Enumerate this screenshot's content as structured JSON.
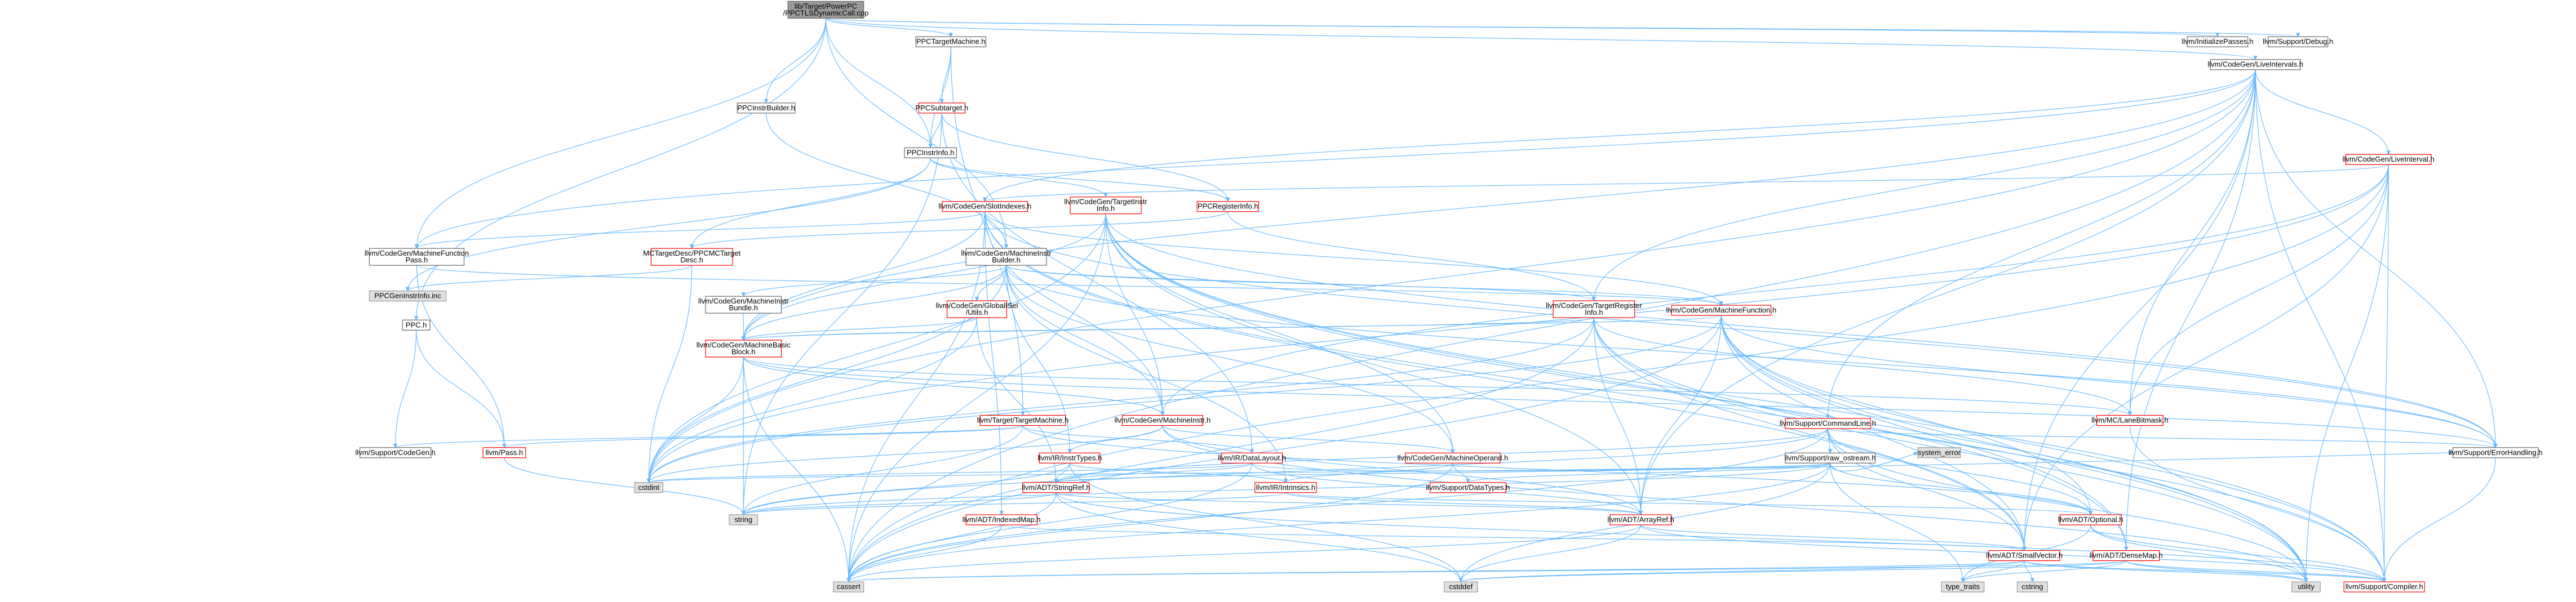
{
  "colors": {
    "root_fill": "#999999",
    "root_border": "#666666",
    "node_fill": "#ffffff",
    "node_border": "#666666",
    "red_border": "#ff0000",
    "system_fill": "#e0e0e0",
    "system_border": "#999999",
    "edge": "#63b8ff"
  },
  "nodes": [
    {
      "id": "root",
      "lines": [
        "lib/Target/PowerPC",
        "/PPCTLSDynamicCall.cpp"
      ],
      "style": "root"
    },
    {
      "id": "tm",
      "lines": [
        "PPCTargetMachine.h"
      ],
      "style": "plain"
    },
    {
      "id": "init",
      "lines": [
        "llvm/InitializePasses.h"
      ],
      "style": "plain"
    },
    {
      "id": "debug",
      "lines": [
        "llvm/Support/Debug.h"
      ],
      "style": "plain"
    },
    {
      "id": "liveint",
      "lines": [
        "llvm/CodeGen/LiveIntervals.h"
      ],
      "style": "plain"
    },
    {
      "id": "instrb",
      "lines": [
        "PPCInstrBuilder.h"
      ],
      "style": "plain"
    },
    {
      "id": "subtarget",
      "lines": [
        "PPCSubtarget.h"
      ],
      "style": "red"
    },
    {
      "id": "instrinfo",
      "lines": [
        "PPCInstrInfo.h"
      ],
      "style": "plain"
    },
    {
      "id": "liveinterval",
      "lines": [
        "llvm/CodeGen/LiveInterval.h"
      ],
      "style": "red"
    },
    {
      "id": "slotidx",
      "lines": [
        "llvm/CodeGen/SlotIndexes.h"
      ],
      "style": "red"
    },
    {
      "id": "tii",
      "lines": [
        "llvm/CodeGen/TargetInstr",
        "Info.h"
      ],
      "style": "red"
    },
    {
      "id": "reginfo",
      "lines": [
        "PPCRegisterInfo.h"
      ],
      "style": "red"
    },
    {
      "id": "mcdesc",
      "lines": [
        "MCTargetDesc/PPCMCTarget",
        "Desc.h"
      ],
      "style": "red"
    },
    {
      "id": "mib",
      "lines": [
        "llvm/CodeGen/MachineInstr",
        "Builder.h"
      ],
      "style": "plain"
    },
    {
      "id": "mfp",
      "lines": [
        "llvm/CodeGen/MachineFunction",
        "Pass.h"
      ],
      "style": "plain"
    },
    {
      "id": "geninc",
      "lines": [
        "PPCGenInstrInfo.inc"
      ],
      "style": "system"
    },
    {
      "id": "mibundle",
      "lines": [
        "llvm/CodeGen/MachineInstr",
        "Bundle.h"
      ],
      "style": "plain"
    },
    {
      "id": "gisel",
      "lines": [
        "llvm/CodeGen/GlobalISel",
        "/Utils.h"
      ],
      "style": "red"
    },
    {
      "id": "tri",
      "lines": [
        "llvm/CodeGen/TargetRegister",
        "Info.h"
      ],
      "style": "red"
    },
    {
      "id": "mf",
      "lines": [
        "llvm/CodeGen/MachineFunction.h"
      ],
      "style": "red"
    },
    {
      "id": "ppch",
      "lines": [
        "PPC.h"
      ],
      "style": "plain"
    },
    {
      "id": "mbb",
      "lines": [
        "llvm/CodeGen/MachineBasic",
        "Block.h"
      ],
      "style": "red"
    },
    {
      "id": "lanemask",
      "lines": [
        "llvm/MC/LaneBitmask.h"
      ],
      "style": "red"
    },
    {
      "id": "cmdline",
      "lines": [
        "llvm/Support/CommandLine.h"
      ],
      "style": "red"
    },
    {
      "id": "targetmachine",
      "lines": [
        "llvm/Target/TargetMachine.h"
      ],
      "style": "red"
    },
    {
      "id": "mi",
      "lines": [
        "llvm/CodeGen/MachineInstr.h"
      ],
      "style": "red"
    },
    {
      "id": "codegen",
      "lines": [
        "llvm/Support/CodeGen.h"
      ],
      "style": "plain"
    },
    {
      "id": "pass",
      "lines": [
        "llvm/Pass.h"
      ],
      "style": "red"
    },
    {
      "id": "inittypes",
      "lines": [
        "llvm/IR/InstrTypes.h"
      ],
      "style": "red"
    },
    {
      "id": "datalayout",
      "lines": [
        "llvm/IR/DataLayout.h"
      ],
      "style": "red"
    },
    {
      "id": "mop",
      "lines": [
        "llvm/CodeGen/MachineOperand.h"
      ],
      "style": "red"
    },
    {
      "id": "rawostream",
      "lines": [
        "llvm/Support/raw_ostream.h"
      ],
      "style": "plain"
    },
    {
      "id": "syserror",
      "lines": [
        "system_error"
      ],
      "style": "system"
    },
    {
      "id": "errh",
      "lines": [
        "llvm/Support/ErrorHandling.h"
      ],
      "style": "plain"
    },
    {
      "id": "cstdint",
      "lines": [
        "cstdint"
      ],
      "style": "system"
    },
    {
      "id": "stringref",
      "lines": [
        "llvm/ADT/StringRef.h"
      ],
      "style": "red"
    },
    {
      "id": "datatypes",
      "lines": [
        "llvm/Support/DataTypes.h"
      ],
      "style": "red"
    },
    {
      "id": "intrinsics",
      "lines": [
        "llvm/IR/Intrinsics.h"
      ],
      "style": "red"
    },
    {
      "id": "string",
      "lines": [
        "string"
      ],
      "style": "system"
    },
    {
      "id": "indexedmap",
      "lines": [
        "llvm/ADT/IndexedMap.h"
      ],
      "style": "red"
    },
    {
      "id": "arrayref",
      "lines": [
        "llvm/ADT/ArrayRef.h"
      ],
      "style": "red"
    },
    {
      "id": "optional",
      "lines": [
        "llvm/ADT/Optional.h"
      ],
      "style": "red"
    },
    {
      "id": "smallvector",
      "lines": [
        "llvm/ADT/SmallVector.h"
      ],
      "style": "red"
    },
    {
      "id": "densemap",
      "lines": [
        "llvm/ADT/DenseMap.h"
      ],
      "style": "red"
    },
    {
      "id": "cassert",
      "lines": [
        "cassert"
      ],
      "style": "system"
    },
    {
      "id": "cstddef",
      "lines": [
        "cstddef"
      ],
      "style": "system"
    },
    {
      "id": "typetraits",
      "lines": [
        "type_traits"
      ],
      "style": "system"
    },
    {
      "id": "cstring",
      "lines": [
        "cstring"
      ],
      "style": "system"
    },
    {
      "id": "utility",
      "lines": [
        "utility"
      ],
      "style": "system"
    },
    {
      "id": "compiler",
      "lines": [
        "llvm/Support/Compiler.h"
      ],
      "style": "red"
    }
  ]
}
